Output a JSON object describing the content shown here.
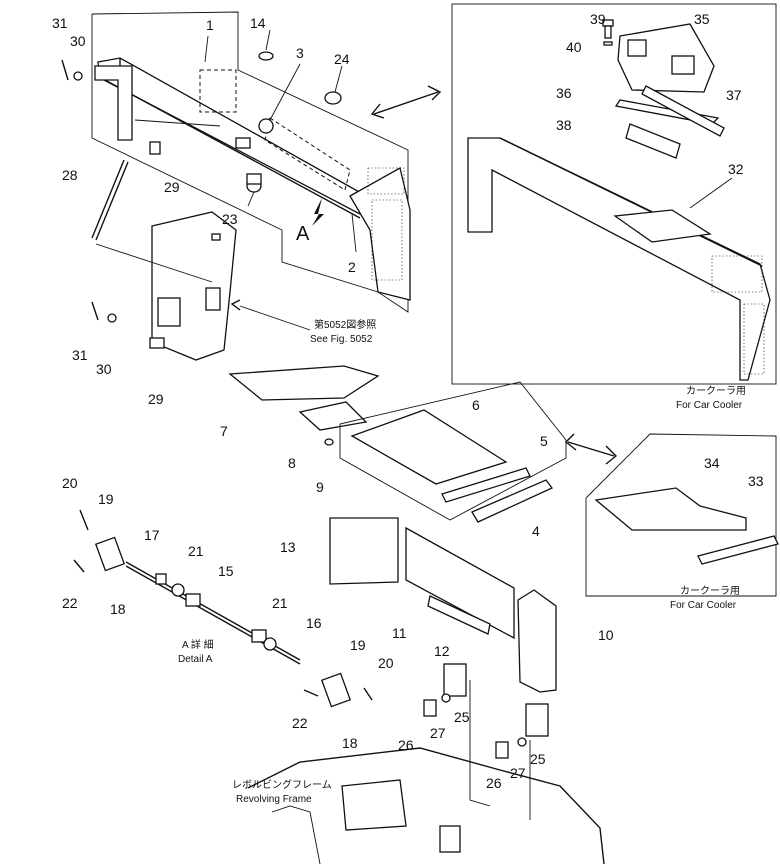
{
  "callouts": [
    {
      "n": "31"
    },
    {
      "n": "30"
    },
    {
      "n": "1"
    },
    {
      "n": "14"
    },
    {
      "n": "3"
    },
    {
      "n": "24"
    },
    {
      "n": "28"
    },
    {
      "n": "29"
    },
    {
      "n": "23"
    },
    {
      "n": "2"
    },
    {
      "n": "31"
    },
    {
      "n": "30"
    },
    {
      "n": "29"
    },
    {
      "n": "7"
    },
    {
      "n": "8"
    },
    {
      "n": "9"
    },
    {
      "n": "6"
    },
    {
      "n": "5"
    },
    {
      "n": "4"
    },
    {
      "n": "39"
    },
    {
      "n": "35"
    },
    {
      "n": "40"
    },
    {
      "n": "36"
    },
    {
      "n": "37"
    },
    {
      "n": "38"
    },
    {
      "n": "32"
    },
    {
      "n": "34"
    },
    {
      "n": "33"
    },
    {
      "n": "20"
    },
    {
      "n": "19"
    },
    {
      "n": "17"
    },
    {
      "n": "21"
    },
    {
      "n": "15"
    },
    {
      "n": "22"
    },
    {
      "n": "18"
    },
    {
      "n": "21"
    },
    {
      "n": "16"
    },
    {
      "n": "19"
    },
    {
      "n": "20"
    },
    {
      "n": "22"
    },
    {
      "n": "18"
    },
    {
      "n": "13"
    },
    {
      "n": "11"
    },
    {
      "n": "12"
    },
    {
      "n": "10"
    },
    {
      "n": "25"
    },
    {
      "n": "27"
    },
    {
      "n": "26"
    },
    {
      "n": "26"
    },
    {
      "n": "27"
    },
    {
      "n": "25"
    }
  ],
  "arrow_label": "A",
  "captions": {
    "see_fig_jp": "第5052図参照",
    "see_fig_en": "See Fig. 5052",
    "car_cooler_jp_top": "カークーラ用",
    "car_cooler_en_top": "For Car Cooler",
    "car_cooler_jp_mid": "カークーラ用",
    "car_cooler_en_mid": "For Car Cooler",
    "detail_jp": "A 詳 細",
    "detail_en": "Detail A",
    "frame_jp": "レボルビングフレーム",
    "frame_en": "Revolving Frame"
  }
}
